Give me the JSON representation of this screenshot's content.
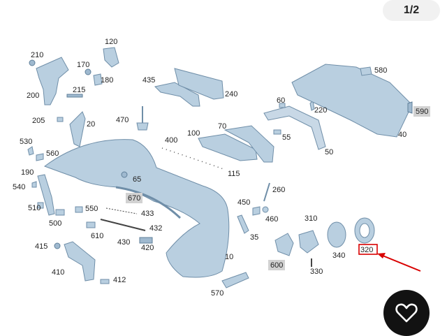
{
  "pager": {
    "text": "1/2"
  },
  "labels": {
    "l10": "10",
    "l20": "20",
    "l35": "35",
    "l40": "40",
    "l50": "50",
    "l55": "55",
    "l60": "60",
    "l65": "65",
    "l70": "70",
    "l100": "100",
    "l115": "115",
    "l120": "120",
    "l170": "170",
    "l180": "180",
    "l190": "190",
    "l200": "200",
    "l205": "205",
    "l210": "210",
    "l215": "215",
    "l220": "220",
    "l240": "240",
    "l260": "260",
    "l310": "310",
    "l320": "320",
    "l330": "330",
    "l340": "340",
    "l400": "400",
    "l410": "410",
    "l412": "412",
    "l415": "415",
    "l420": "420",
    "l430": "430",
    "l432": "432",
    "l433": "433",
    "l435": "435",
    "l450": "450",
    "l460": "460",
    "l470": "470",
    "l500": "500",
    "l510": "510",
    "l530": "530",
    "l540": "540",
    "l550": "550",
    "l560": "560",
    "l570": "570",
    "l580": "580",
    "l590": "590",
    "l600": "600",
    "l610": "610",
    "l670": "670"
  },
  "highlight_color": "#d90000",
  "favorite": {
    "icon": "heart-icon"
  }
}
